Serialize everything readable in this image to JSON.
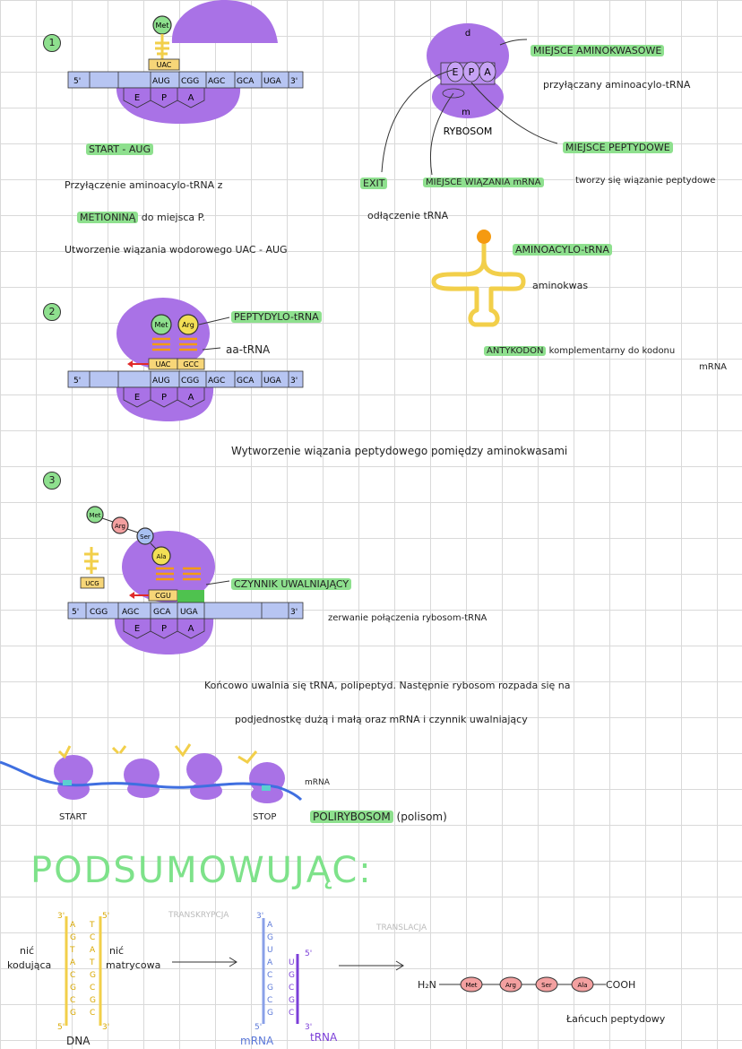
{
  "steps": {
    "step1": "1",
    "step2": "2",
    "step3": "3"
  },
  "codons": {
    "five": "5'",
    "three": "3'",
    "c1": "AUG",
    "c2": "CGG",
    "c3": "AGC",
    "c4": "GCA",
    "c5": "UGA",
    "anti1": "UAC",
    "anti2": "GCC",
    "anti3": "CGU",
    "anti0": "UCG",
    "c0": "CGG"
  },
  "sites": {
    "e": "E",
    "p": "P",
    "a": "A",
    "d": "d",
    "m": "m"
  },
  "amino": {
    "met": "Met",
    "arg": "Arg",
    "ser": "Ser",
    "ala": "Ala"
  },
  "notes1": {
    "start": "START - AUG",
    "line1": "Przyłączenie aminoacylo-tRNA z",
    "line2a": "METIONINĄ",
    "line2b": " do miejsca P.",
    "line3": "Utworzenie wiązania wodorowego UAC - AUG"
  },
  "ribosom": {
    "title": "RYBOSOM",
    "miejsce_amino": "MIEJSCE AMINOKWASOWE",
    "przylaczany": "przyłączany aminoacylo-tRNA",
    "miejsce_pept": "MIEJSCE PEPTYDOWE",
    "tworzy": "tworzy się wiązanie peptydowe",
    "exit": "EXIT",
    "odlaczenie": "odłączenie tRNA",
    "miejsce_mrna": "MIEJSCE WIĄZANIA mRNA"
  },
  "trna": {
    "title": "AMINOACYLO-tRNA",
    "aminokwas": "aminokwas",
    "antykodon": "ANTYKODON",
    "komplementarny": "komplementarny do kodonu",
    "mrna": "mRNA"
  },
  "notes2": {
    "peptydylo": "PEPTYDYLO-tRNA",
    "aa": "aa-tRNA",
    "wytworzenie": "Wytworzenie wiązania peptydowego pomiędzy aminokwasami"
  },
  "notes3": {
    "czynnik": "CZYNNIK UWALNIAJĄCY",
    "zerwanie": "zerwanie połączenia rybosom-tRNA",
    "koncowo1": "Końcowo uwalnia się tRNA, polipeptyd. Następnie rybosom rozpada się na",
    "koncowo2": "podjednostkę dużą i małą oraz mRNA i czynnik uwalniający"
  },
  "polisom": {
    "mrna": "mRNA",
    "start": "START",
    "stop": "STOP",
    "title": "POLIRYBOSOM",
    "paren": "(polisom)"
  },
  "summary": {
    "title": "PODSUMOWUJĄC:",
    "nic_kod1": "nić",
    "nic_kod2": "kodująca",
    "nic_mat1": "nić",
    "nic_mat2": "matrycowa",
    "dna": "DNA",
    "transkrypcja": "TRANSKRYPCJA",
    "translacja": "TRANSLACJA",
    "mrna": "mRNA",
    "trna": "tRNA",
    "h2n": "H₂N",
    "cooh": "COOH",
    "lancuch": "Łańcuch peptydowy",
    "p3": "3'",
    "p5": "5'",
    "dna_left": [
      "A",
      "G",
      "T",
      "A",
      "C",
      "G",
      "C",
      "G"
    ],
    "dna_right": [
      "T",
      "C",
      "A",
      "T",
      "G",
      "C",
      "G",
      "C"
    ],
    "mrna_seq": [
      "A",
      "G",
      "U",
      "A",
      "C",
      "G",
      "C",
      "G"
    ],
    "trna_seq": [
      "U",
      "G",
      "C",
      "G",
      "C"
    ]
  },
  "colors": {
    "ribosome": "#a972e6",
    "ribosome_dark": "#8c52d6",
    "mrna_strip": "#b7c5f2",
    "trna": "#f2cf4a",
    "trna_orange": "#f59a10",
    "highlight": "#8ee08e",
    "met": "#8ee08e",
    "arg": "#f3a0a0",
    "ser": "#a7c0f2",
    "ala": "#f2df55",
    "polisom_mrna": "#3f6fe0",
    "mrna_purple": "#7c3fd8",
    "dna_line": "#f2cf4a"
  }
}
